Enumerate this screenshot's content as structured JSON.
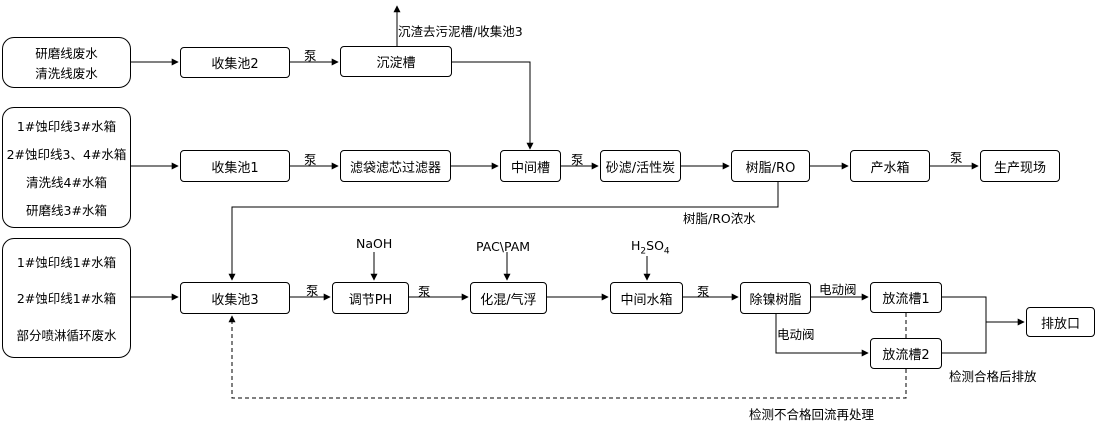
{
  "sources": {
    "src1": [
      "研磨线废水",
      "清洗线废水"
    ],
    "src2": [
      "1#蚀印线3#水箱",
      "2#蚀印线3、4#水箱",
      "清洗线4#水箱",
      "研磨线3#水箱"
    ],
    "src3": [
      "1#蚀印线1#水箱",
      "2#蚀印线1#水箱",
      "部分喷淋循环废水"
    ]
  },
  "nodes": {
    "collect2": "收集池2",
    "settle": "沉淀槽",
    "collect1": "收集池1",
    "bagfilter": "滤袋滤芯过滤器",
    "midtank": "中间槽",
    "sandcarbon": "砂滤/活性炭",
    "resin_ro": "树脂/RO",
    "product": "产水箱",
    "site": "生产现场",
    "collect3": "收集池3",
    "ph": "调节PH",
    "coag": "化混/气浮",
    "midwater": "中间水箱",
    "nickel": "除镍树脂",
    "discharge1": "放流槽1",
    "discharge2": "放流槽2",
    "outlet": "排放口"
  },
  "labels": {
    "pump": "泵",
    "sludge": "沉渣去污泥槽/收集池3",
    "ro_conc": "树脂/RO浓水",
    "naoh": "NaOH",
    "pac": "PAC\\PAM",
    "h2so4_h": "H",
    "h2so4_2": "2",
    "h2so4_so": "SO",
    "h2so4_4": "4",
    "valve1": "电动阀",
    "valve2": "电动阀",
    "pass": "检测合格后排放",
    "fail": "检测不合格回流再处理"
  }
}
